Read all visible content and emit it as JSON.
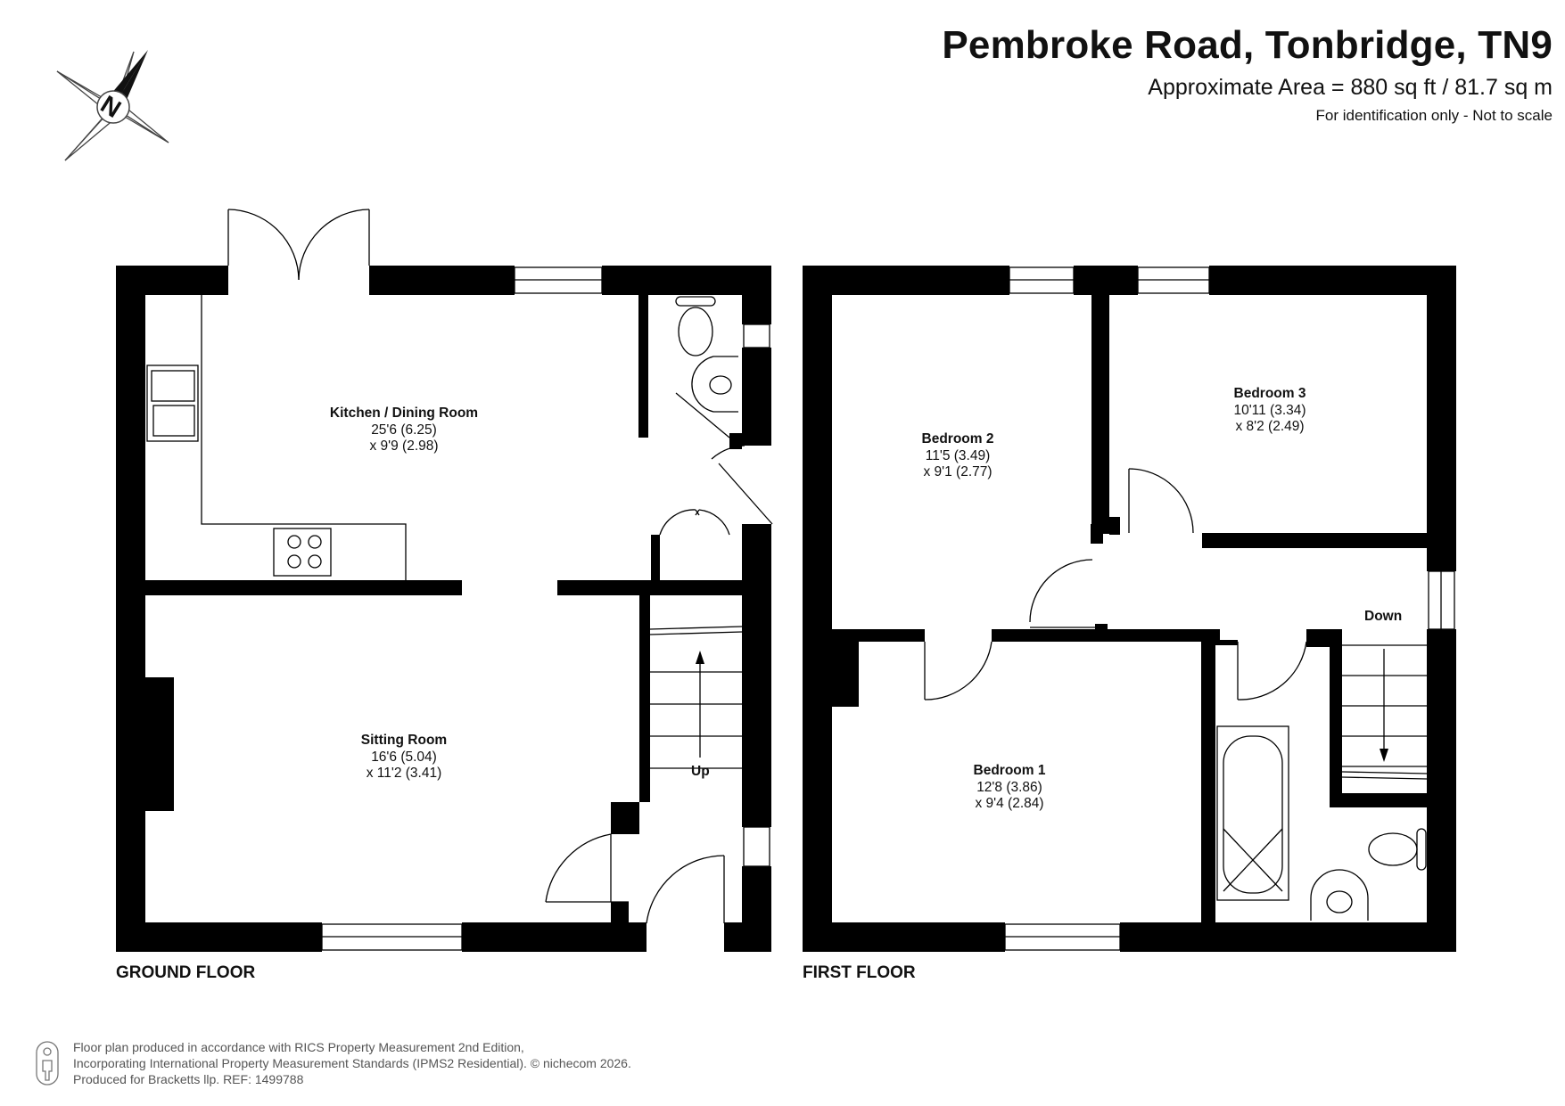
{
  "header": {
    "title": "Pembroke Road, Tonbridge, TN9",
    "area": "Approximate Area = 880 sq ft / 81.7 sq m",
    "disclaimer": "For identification only - Not to scale"
  },
  "compass": {
    "letter": "N",
    "icon": "north-compass-icon"
  },
  "floors": [
    {
      "label": "GROUND FLOOR",
      "rooms": [
        {
          "name": "Kitchen / Dining Room",
          "dim1": "25'6 (6.25)",
          "dim2": "x 9'9 (2.98)"
        },
        {
          "name": "Sitting Room",
          "dim1": "16'6 (5.04)",
          "dim2": "x 11'2 (3.41)"
        }
      ],
      "stairs": "Up"
    },
    {
      "label": "FIRST FLOOR",
      "rooms": [
        {
          "name": "Bedroom 2",
          "dim1": "11'5 (3.49)",
          "dim2": "x 9'1 (2.77)"
        },
        {
          "name": "Bedroom 3",
          "dim1": "10'11 (3.34)",
          "dim2": "x 8'2 (2.49)"
        },
        {
          "name": "Bedroom 1",
          "dim1": "12'8 (3.86)",
          "dim2": "x 9'4 (2.84)"
        }
      ],
      "stairs": "Down"
    }
  ],
  "footer": {
    "line1": "Floor plan produced in accordance with RICS Property Measurement 2nd Edition,",
    "line2": "Incorporating International Property Measurement Standards (IPMS2 Residential).   © nichecom 2026.",
    "line3": "Produced for Bracketts llp.   REF:  1499788",
    "icon": "person-icon"
  }
}
